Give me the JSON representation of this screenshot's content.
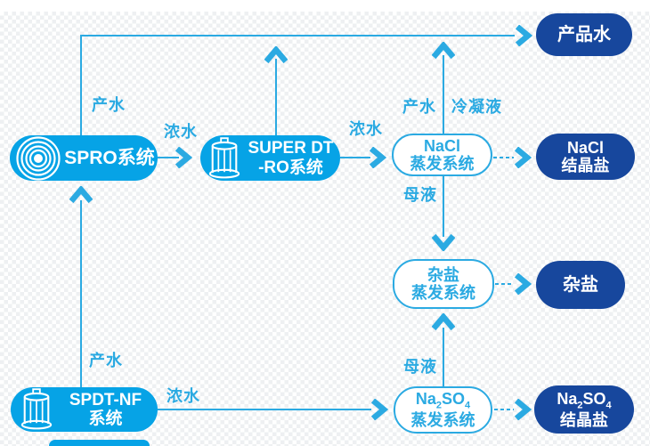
{
  "diagram": {
    "title": "zero-liquid-discharge water treatment process flow",
    "colors": {
      "light_blue_fill": "#06A3E6",
      "line_blue": "#2BAAE2",
      "navy_fill": "#17479D",
      "checker_gray": "#eef0f2"
    },
    "nodes": {
      "spro": {
        "label": "SPRO系统",
        "icon": "concentric-circles-membrane-icon"
      },
      "superdt": {
        "line1": "SUPER DT",
        "line2": "-RO系统",
        "icon": "filter-cylinder-icon"
      },
      "nacl_evap": {
        "line1": "NaCl",
        "line2": "蒸发系统"
      },
      "product_water": {
        "label": "产品水"
      },
      "nacl_salt": {
        "line1": "NaCl",
        "line2": "结晶盐"
      },
      "mixsalt_evap": {
        "line1": "杂盐",
        "line2": "蒸发系统"
      },
      "mixsalt": {
        "label": "杂盐"
      },
      "spdtnf": {
        "line1": "SPDT-NF",
        "line2": "系统",
        "icon": "filter-cylinder-icon"
      },
      "na2so4_evap": {
        "f1": "Na",
        "s1": "2",
        "f2": "SO",
        "s2": "4",
        "line2": "蒸发系统"
      },
      "na2so4_salt": {
        "f1": "Na",
        "s1": "2",
        "f2": "SO",
        "s2": "4",
        "line2": "结晶盐"
      }
    },
    "edge_labels": {
      "spro_product": "产水",
      "spro_superdt": "浓水",
      "superdt_nacl": "浓水",
      "nacl_feed": "产水",
      "nacl_condensate": "冷凝液",
      "nacl_mother_liquor": "母液",
      "na2so4_mother_liquor": "母液",
      "spdtnf_product": "产水",
      "spdtnf_concentrate": "浓水"
    }
  }
}
